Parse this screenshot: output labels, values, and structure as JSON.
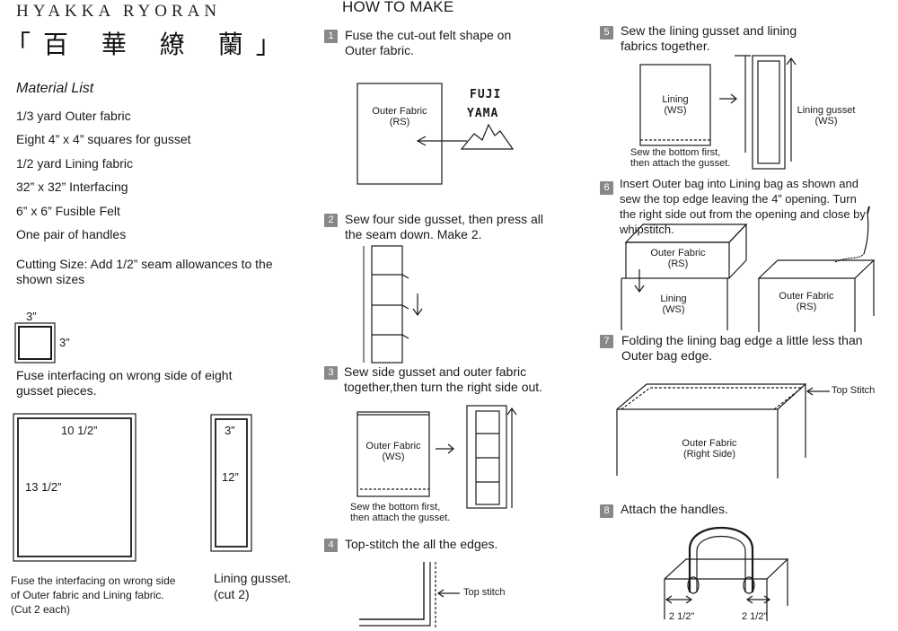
{
  "brand": {
    "latin": "HYAKKA RYORAN",
    "kanji": "「百 華 繚 蘭」"
  },
  "materials": {
    "title": "Material List",
    "items": [
      "1/3 yard Outer fabric",
      "Eight 4” x 4” squares for gusset",
      "1/2 yard Lining fabric",
      "32” x 32” Interfacing",
      "6” x 6” Fusible Felt",
      "One pair of handles"
    ],
    "cutting_note": "Cutting Size: Add 1/2” seam allowances to the shown sizes"
  },
  "patterns": {
    "square_w": "3”",
    "square_h": "3”",
    "interfacing_note": "Fuse interfacing on wrong side of eight gusset pieces.",
    "panel_w": "10 1/2”",
    "panel_h": "13 1/2”",
    "panel_note": "Fuse the interfacing on wrong side of Outer fabric and Lining fabric. (Cut 2 each)",
    "gusset_w": "3”",
    "gusset_h": "12”",
    "gusset_note_1": "Lining gusset.",
    "gusset_note_2": "(cut 2)"
  },
  "how_to": {
    "title": "HOW TO MAKE",
    "steps": [
      {
        "num": "1",
        "text": "Fuse the cut-out felt shape on Outer fabric."
      },
      {
        "num": "2",
        "text": "Sew four side gusset, then press all the seam down. Make 2."
      },
      {
        "num": "3",
        "text": "Sew side gusset and outer fabric together,then turn the right side out."
      },
      {
        "num": "4",
        "text": "Top-stitch the all the edges."
      },
      {
        "num": "5",
        "text": "Sew the lining gusset and lining fabrics together."
      },
      {
        "num": "6",
        "text": "Insert Outer bag into Lining bag as shown and sew the top edge leaving the 4” opening. Turn the right side out from the opening and close by whipstitch."
      },
      {
        "num": "7",
        "text": "Folding the lining bag edge a little less than Outer bag edge."
      },
      {
        "num": "8",
        "text": "Attach the handles."
      }
    ]
  },
  "labels": {
    "outer_fabric": "Outer Fabric",
    "rs": "(RS)",
    "ws": "(WS)",
    "right_side": "(Right Side)",
    "lining": "Lining",
    "lining_gusset": "Lining gusset",
    "felt_line1": "FUJI",
    "felt_line2": "YAMA",
    "sew_bottom_1": "Sew the bottom first,",
    "sew_bottom_2": "then attach the gusset.",
    "top_stitch_lower": "Top stitch",
    "top_stitch_title": "Top Stitch",
    "handle_gap": "2 1/2”"
  },
  "colors": {
    "ink": "#1a1a1a",
    "step_badge": "#888888",
    "background": "#ffffff"
  }
}
